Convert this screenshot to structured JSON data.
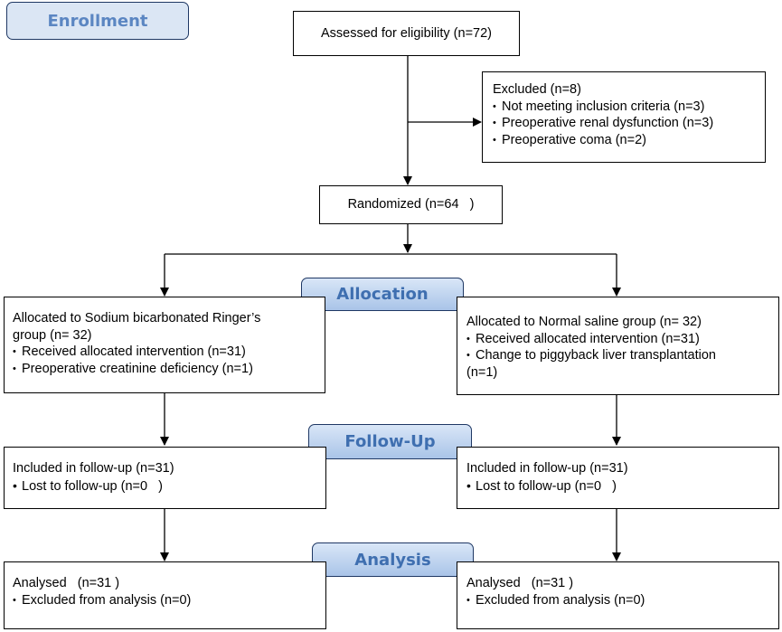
{
  "stages": {
    "enrollment": "Enrollment",
    "allocation": "Allocation",
    "follow_up": "Follow-Up",
    "analysis": "Analysis"
  },
  "assessed": "Assessed for eligibility (n=72)",
  "excluded": {
    "title": "Excluded  (n=8)",
    "items": [
      "Not meeting inclusion criteria (n=3)",
      "Preoperative renal dysfunction (n=3)",
      "Preoperative coma (n=2)"
    ]
  },
  "randomized": "Randomized (n=64   )",
  "allocation_left": {
    "title_line1": "Allocated to Sodium bicarbonated Ringer’s",
    "title_line2": "group  (n= 32)",
    "items": [
      "Received allocated intervention (n=31)",
      "Preoperative creatinine deficiency (n=1)"
    ]
  },
  "allocation_right": {
    "title": "Allocated to Normal saline group (n= 32)",
    "items": [
      "Received allocated intervention (n=31)",
      "Change to piggyback liver transplantation"
    ],
    "continuation": "(n=1)"
  },
  "followup_left": {
    "title": "Included in follow-up (n=31)",
    "item": "Lost to follow-up (n=0   )"
  },
  "followup_right": {
    "title": "Included in follow-up (n=31)",
    "item": "Lost to follow-up (n=0   )"
  },
  "analysis_left": {
    "title": "Analysed   (n=31 )",
    "item": "Excluded from analysis (n=0)"
  },
  "analysis_right": {
    "title": "Analysed   (n=31 )",
    "item": "Excluded from analysis (n=0)"
  }
}
